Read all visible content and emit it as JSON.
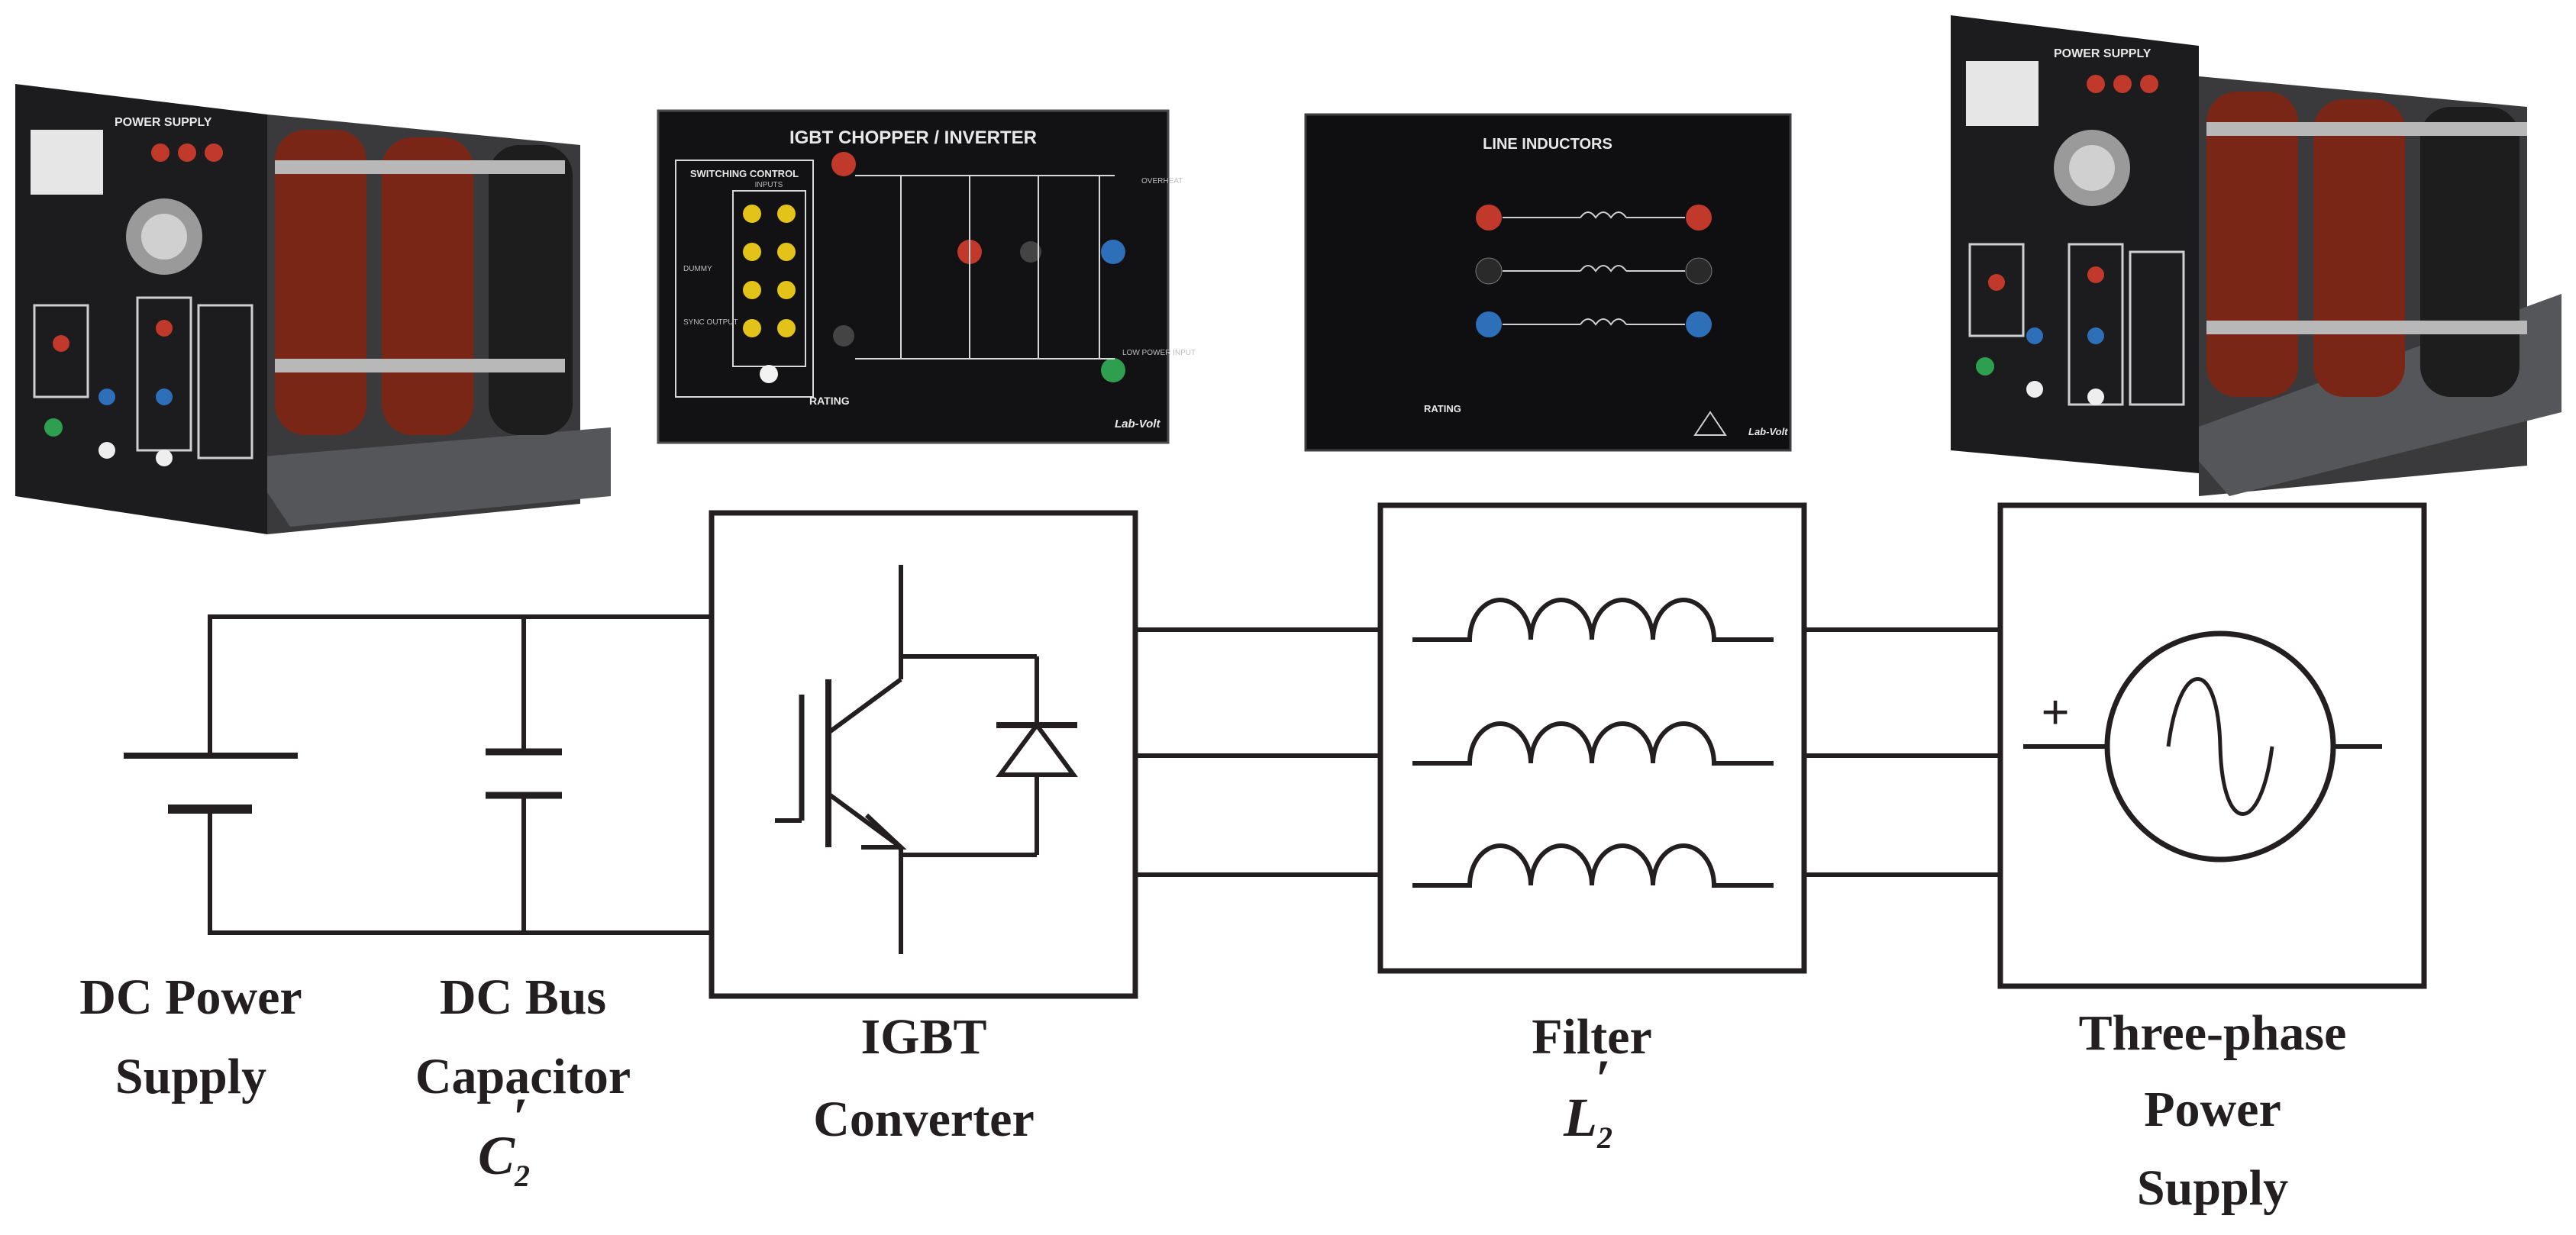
{
  "photos": {
    "dc_supply_photo": {
      "panel_label": "POWER SUPPLY"
    },
    "igbt_photo": {
      "title": "IGBT CHOPPER / INVERTER",
      "switching_control": "SWITCHING CONTROL",
      "inputs": "INPUTS",
      "dummy": "DUMMY",
      "sync_output": "SYNC OUTPUT",
      "overheat": "OVERHEAT",
      "low_power_input": "LOW POWER INPUT",
      "rating": "RATING",
      "brand": "Lab-Volt"
    },
    "inductors_photo": {
      "title": "LINE INDUCTORS",
      "rating": "RATING",
      "brand": "Lab-Volt"
    },
    "ac_supply_photo": {
      "panel_label": "POWER SUPPLY"
    }
  },
  "diagram": {
    "labels": {
      "dc_power_supply": [
        "DC Power",
        "Supply"
      ],
      "dc_bus_capacitor": [
        "DC Bus",
        "Capacitor"
      ],
      "capacitor_symbol": {
        "letter": "C",
        "sub": "2",
        "prime": "′"
      },
      "igbt_converter": [
        "IGBT",
        "Converter"
      ],
      "filter": [
        "Filter"
      ],
      "filter_symbol": {
        "letter": "L",
        "sub": "2",
        "prime": "′"
      },
      "three_phase_supply": [
        "Three-phase",
        "Power",
        "Supply"
      ],
      "plus_sign": "+"
    }
  }
}
